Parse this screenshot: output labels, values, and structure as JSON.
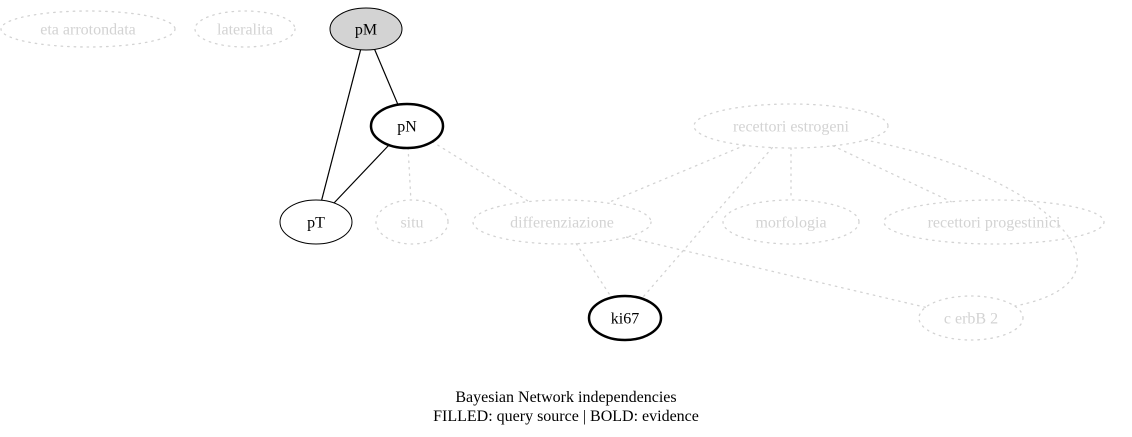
{
  "colors": {
    "active_stroke": "#000000",
    "faded_stroke": "#d3d3d3",
    "faded_text": "#d3d3d3",
    "active_text": "#000000",
    "query_fill": "#d3d3d3",
    "background": "#ffffff"
  },
  "nodes": [
    {
      "id": "eta",
      "label": "eta arrotondata",
      "style": "faded"
    },
    {
      "id": "lateralita",
      "label": "lateralita",
      "style": "faded"
    },
    {
      "id": "pM",
      "label": "pM",
      "style": "query"
    },
    {
      "id": "pN",
      "label": "pN",
      "style": "evidence"
    },
    {
      "id": "recettori_estrogeni",
      "label": "recettori estrogeni",
      "style": "faded"
    },
    {
      "id": "pT",
      "label": "pT",
      "style": "normal"
    },
    {
      "id": "situ",
      "label": "situ",
      "style": "faded"
    },
    {
      "id": "differenziazione",
      "label": "differenziazione",
      "style": "faded"
    },
    {
      "id": "morfologia",
      "label": "morfologia",
      "style": "faded"
    },
    {
      "id": "recettori_progestinici",
      "label": "recettori progestinici",
      "style": "faded"
    },
    {
      "id": "ki67",
      "label": "ki67",
      "style": "evidence"
    },
    {
      "id": "cerbB2",
      "label": "c erbB 2",
      "style": "faded"
    }
  ],
  "edges": [
    {
      "from": "pM",
      "to": "pN",
      "style": "solid"
    },
    {
      "from": "pM",
      "to": "pT",
      "style": "solid"
    },
    {
      "from": "pN",
      "to": "pT",
      "style": "solid"
    },
    {
      "from": "pN",
      "to": "situ",
      "style": "faded"
    },
    {
      "from": "pN",
      "to": "differenziazione",
      "style": "faded"
    },
    {
      "from": "recettori_estrogeni",
      "to": "differenziazione",
      "style": "faded"
    },
    {
      "from": "recettori_estrogeni",
      "to": "morfologia",
      "style": "faded"
    },
    {
      "from": "recettori_estrogeni",
      "to": "recettori_progestinici",
      "style": "faded"
    },
    {
      "from": "recettori_estrogeni",
      "to": "ki67",
      "style": "faded"
    },
    {
      "from": "recettori_estrogeni",
      "to": "cerbB2",
      "style": "faded"
    },
    {
      "from": "differenziazione",
      "to": "ki67",
      "style": "faded"
    },
    {
      "from": "differenziazione",
      "to": "cerbB2",
      "style": "faded"
    }
  ],
  "caption": {
    "line1": "Bayesian Network independencies",
    "line2": "FILLED: query source | BOLD: evidence"
  }
}
